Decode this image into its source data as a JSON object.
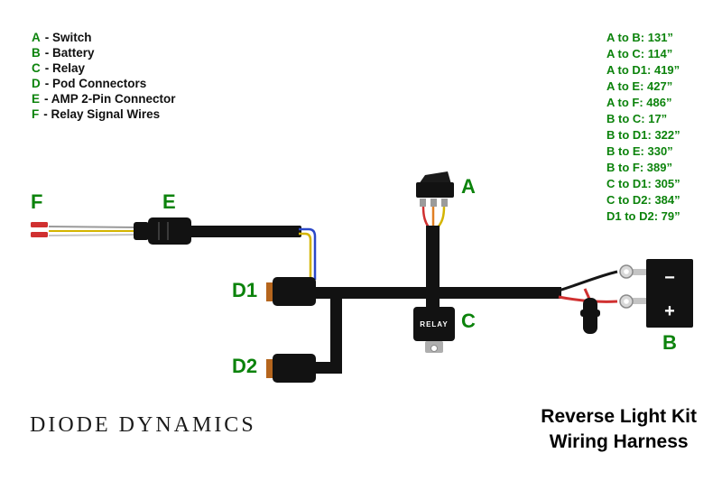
{
  "colors": {
    "green": "#0c830c",
    "cable": "#121212",
    "wire_red": "#d03030",
    "wire_orange": "#e07f24",
    "wire_yellow": "#d4b400",
    "wire_blue": "#2b48c8",
    "wire_gray": "#9a9a9a",
    "connector_orange": "#b5651d"
  },
  "legend": {
    "items": [
      {
        "key": "A",
        "label": "- Switch"
      },
      {
        "key": "B",
        "label": "- Battery"
      },
      {
        "key": "C",
        "label": "- Relay"
      },
      {
        "key": "D",
        "label": "- Pod Connectors"
      },
      {
        "key": "E",
        "label": "- AMP 2-Pin Connector"
      },
      {
        "key": "F",
        "label": "- Relay Signal Wires"
      }
    ]
  },
  "measurements": [
    "A to B: 131”",
    "A to C: 114”",
    "A to D1: 419”",
    "A to E: 427”",
    "A to F: 486”",
    "B to C: 17”",
    "B to D1: 322”",
    "B to E: 330”",
    "B to F: 389”",
    "C to D1: 305”",
    "C to D2: 384”",
    "D1 to D2: 79”"
  ],
  "diagram": {
    "labels": {
      "a": "A",
      "b": "B",
      "c": "C",
      "d1": "D1",
      "d2": "D2",
      "e": "E",
      "f": "F"
    },
    "relay_text": "RELAY",
    "battery_terminal_top": "−",
    "battery_terminal_bottom": "+"
  },
  "footer": {
    "brand": "DIODE DYNAMICS",
    "title_line1": "Reverse Light Kit",
    "title_line2": "Wiring Harness"
  }
}
